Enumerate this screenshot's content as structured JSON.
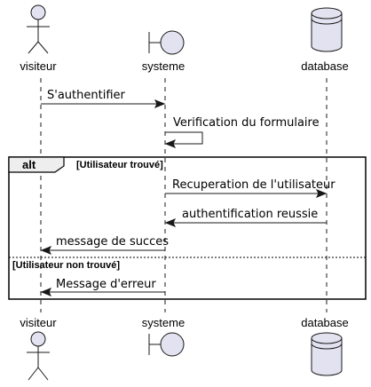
{
  "participants": {
    "visiteur": {
      "label": "visiteur",
      "kind": "actor"
    },
    "systeme": {
      "label": "systeme",
      "kind": "boundary"
    },
    "database": {
      "label": "database",
      "kind": "database"
    }
  },
  "messages": [
    {
      "from": "visiteur",
      "to": "systeme",
      "label": "S'authentifier"
    },
    {
      "from": "systeme",
      "to": "systeme",
      "label": "Verification du formulaire"
    },
    {
      "from": "systeme",
      "to": "database",
      "label": "Recuperation de l'utilisateur"
    },
    {
      "from": "database",
      "to": "systeme",
      "label": "authentification reussie"
    },
    {
      "from": "systeme",
      "to": "visiteur",
      "label": "message de succes"
    },
    {
      "from": "systeme",
      "to": "visiteur",
      "label": "Message d'erreur"
    }
  ],
  "fragment": {
    "keyword": "alt",
    "guard_1": "[Utilisateur trouvé]",
    "guard_2": "[Utilisateur non trouvé]"
  },
  "colors": {
    "participant_fill": "#E2E2F0",
    "line": "#181818",
    "background": "#FFFFFF"
  }
}
